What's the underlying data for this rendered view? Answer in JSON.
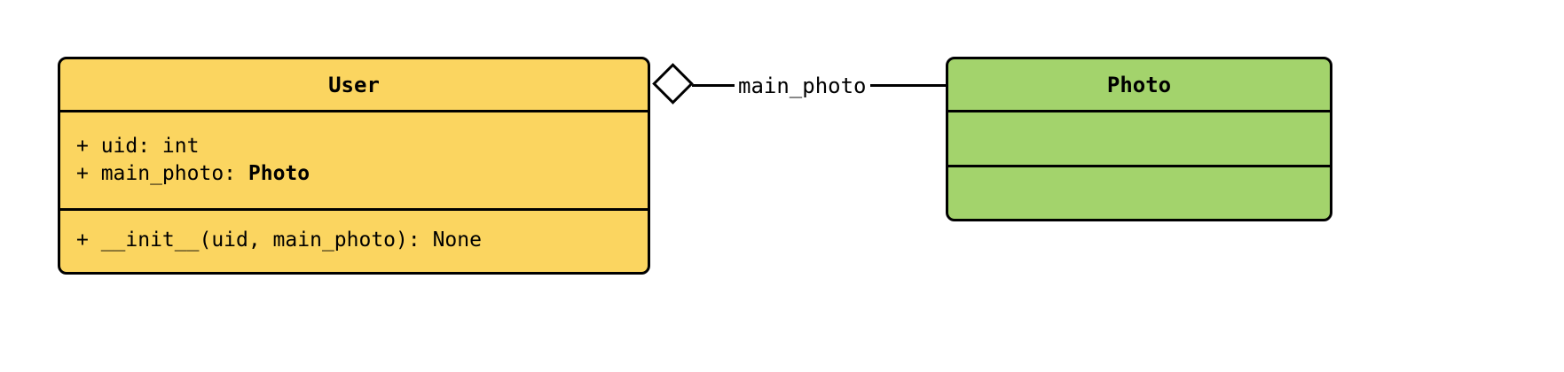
{
  "diagram": {
    "type": "uml-class-diagram",
    "classes": {
      "user": {
        "title": "User",
        "attributes": {
          "0": "+ uid: int",
          "1_prefix": "+ main_photo: ",
          "1_type": "Photo"
        },
        "methods": {
          "0": "+ __init__(uid, main_photo): None"
        },
        "fill_color": "#FBD560"
      },
      "photo": {
        "title": "Photo",
        "fill_color": "#A3D36C"
      }
    },
    "relationship": {
      "kind": "aggregation",
      "label": "main_photo",
      "from": "User",
      "to": "Photo",
      "line_color": "#000000"
    }
  }
}
